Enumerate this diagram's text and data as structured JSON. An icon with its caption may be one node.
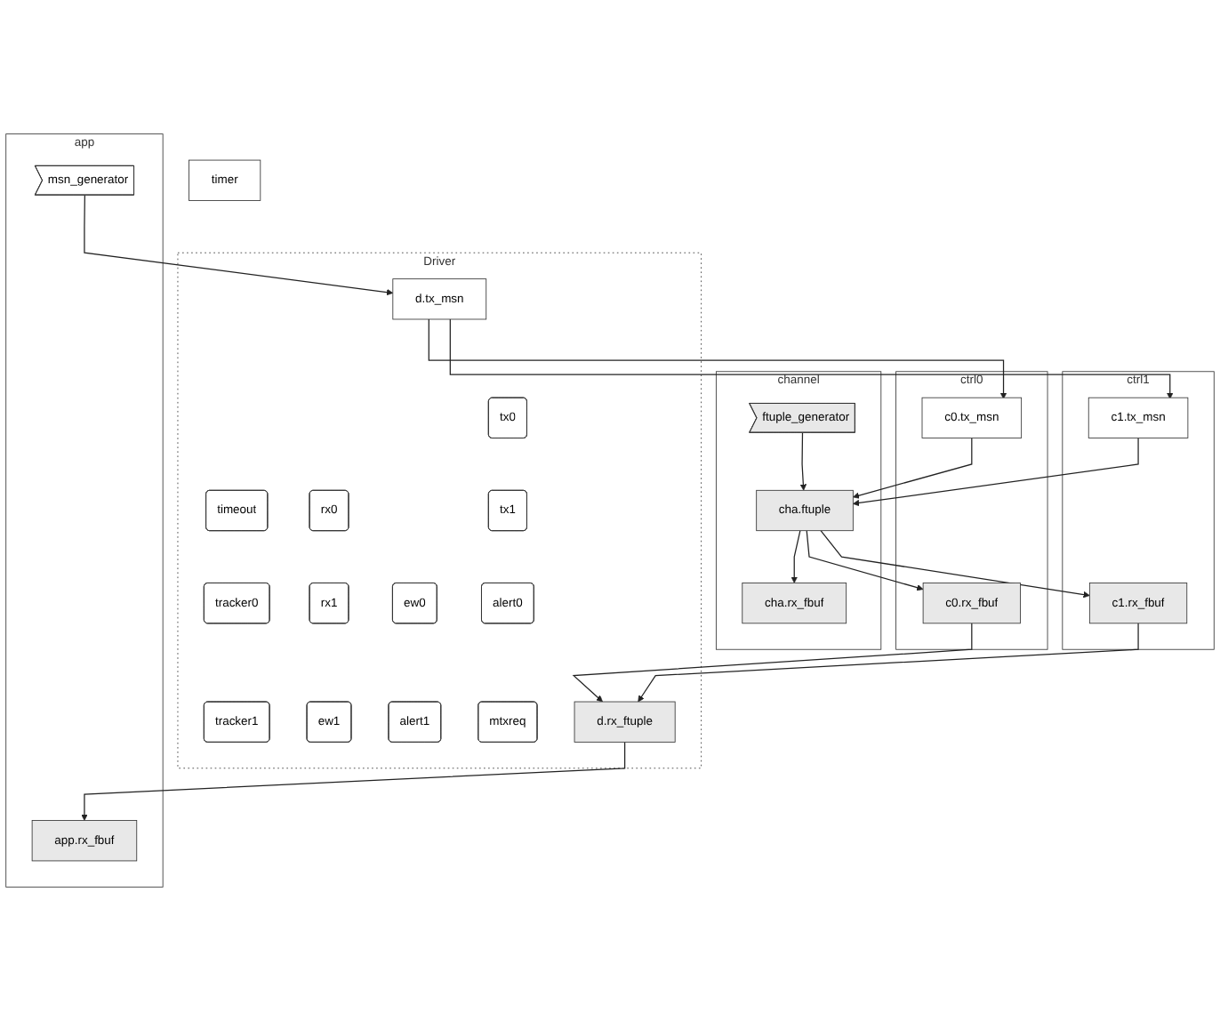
{
  "diagram": {
    "nodes": [
      {
        "text": [
          "app"
        ]
      },
      {
        "text": [
          "app.rx_fbuf"
        ],
        "in": 0
      },
      {
        "text": [
          "msn_generator"
        ],
        "in": 0
      },
      {
        "text": [
          "timer"
        ]
      },
      {
        "text": [
          "Driver"
        ]
      },
      {
        "text": [
          "tx0"
        ],
        "in": 4
      },
      {
        "text": [
          "timeout"
        ],
        "in": 4
      },
      {
        "text": [
          "rx0"
        ],
        "in": 4
      },
      {
        "text": [
          "ew0"
        ],
        "in": 4
      },
      {
        "text": [
          "tx1"
        ],
        "in": 4
      },
      {
        "text": [
          "tracker0"
        ],
        "in": 4
      },
      {
        "text": [
          "rx1"
        ],
        "in": 4
      },
      {
        "text": [
          "alert0"
        ],
        "in": 4
      },
      {
        "text": [
          "tracker1"
        ],
        "in": 4
      },
      {
        "text": [
          "ew1"
        ],
        "in": 4
      },
      {
        "text": [
          "alert1"
        ],
        "in": 4
      },
      {
        "text": [
          "mtxreq"
        ],
        "in": 4
      },
      {
        "text": [
          "d.tx_msn"
        ],
        "in": 4
      },
      {
        "text": [
          "d.rx_ftuple"
        ],
        "in": 4
      },
      {
        "text": [
          "ctrl0"
        ]
      },
      {
        "text": [
          "c0.tx_msn"
        ],
        "in": 19
      },
      {
        "text": [
          "c0.rx_fbuf"
        ],
        "in": 19
      },
      {
        "text": [
          "ctrl1"
        ]
      },
      {
        "text": [
          "c1.tx_msn"
        ],
        "in": 22
      },
      {
        "text": [
          "c1.rx_fbuf"
        ],
        "in": 22
      },
      {
        "text": [
          "channel"
        ]
      },
      {
        "text": [
          "cha.ftuple"
        ],
        "in": 25
      },
      {
        "text": [
          "cha.rx_fbuf"
        ],
        "in": 25
      },
      {
        "text": [
          "ftuple_generator"
        ],
        "in": 25
      }
    ],
    "edges": [
      {
        "from": 2,
        "to": 17,
        "arrow": "to"
      },
      {
        "from": 18,
        "to": 1,
        "arrow": "to"
      },
      {
        "from": 17,
        "to": 20,
        "arrow": "to"
      },
      {
        "from": 17,
        "to": 23,
        "arrow": "to"
      },
      {
        "from": 21,
        "to": 18,
        "arrow": "to"
      },
      {
        "from": 24,
        "to": 18,
        "arrow": "to"
      },
      {
        "from": 20,
        "to": 26,
        "arrow": "to"
      },
      {
        "from": 26,
        "to": 21,
        "arrow": "to"
      },
      {
        "from": 23,
        "to": 26,
        "arrow": "to"
      },
      {
        "from": 26,
        "to": 24,
        "arrow": "to"
      },
      {
        "from": 26,
        "to": 27,
        "arrow": "to"
      },
      {
        "from": 28,
        "to": 26,
        "arrow": "to"
      }
    ]
  }
}
